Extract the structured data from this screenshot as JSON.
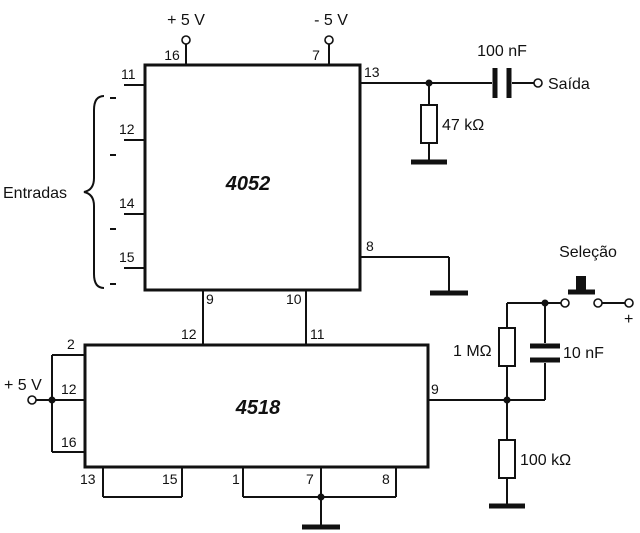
{
  "chips": {
    "u1": {
      "name": "4052",
      "pins": {
        "p16": "16",
        "p7": "7",
        "p13": "13",
        "p11": "11",
        "p12": "12",
        "p14": "14",
        "p15": "15",
        "p8": "8",
        "p9": "9",
        "p10": "10"
      }
    },
    "u2": {
      "name": "4518",
      "pins": {
        "p12top": "12",
        "p11top": "11",
        "p2": "2",
        "p12left": "12",
        "p16": "16",
        "p9": "9",
        "p13": "13",
        "p15": "15",
        "p1": "1",
        "p7": "7",
        "p8": "8"
      }
    }
  },
  "supplies": {
    "pos_top": "+ 5 V",
    "neg_top": "- 5 V",
    "pos_left": "+ 5 V",
    "plus": "+"
  },
  "components": {
    "c_out": "100 nF",
    "r_out": "47 kΩ",
    "r_1m": "1 MΩ",
    "c_10n": "10 nF",
    "r_100k": "100 kΩ"
  },
  "labels": {
    "output": "Saída",
    "inputs": "Entradas",
    "switch": "Seleção"
  }
}
